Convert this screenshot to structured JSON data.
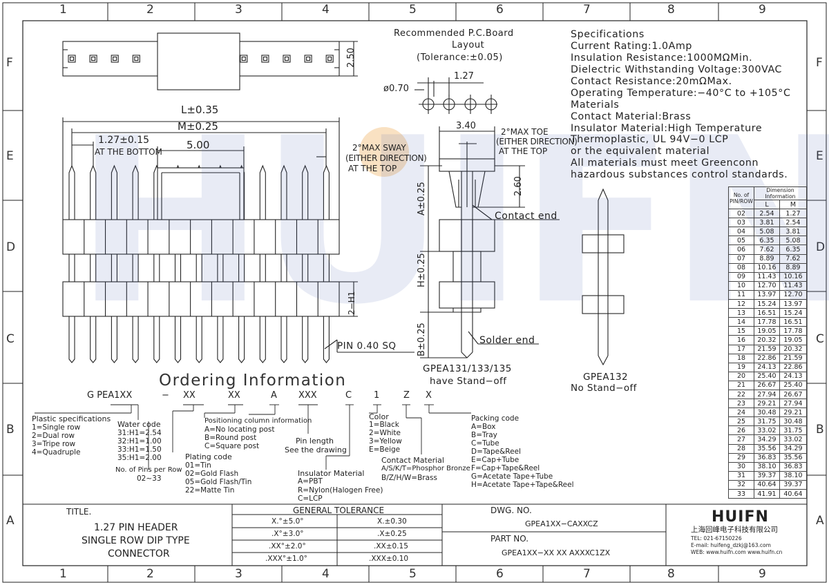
{
  "grid": {
    "cols": [
      "1",
      "2",
      "3",
      "4",
      "5",
      "6",
      "7",
      "8",
      "9"
    ],
    "rows": [
      "F",
      "E",
      "D",
      "C",
      "B",
      "A"
    ]
  },
  "watermark": "HUIFN",
  "pcb": {
    "title1": "Recommended P.C.Board",
    "title2": "Layout",
    "tolerance": "(Tolerance:±0.05)",
    "hole": "ø0.70",
    "pitch": "1.27"
  },
  "specs": [
    "Specifications",
    "Current Rating:1.0Amp",
    "Insulation Resistance:1000MΩMin.",
    "Dielectric Withstanding Voltage:300VAC",
    "Contact Resistance:20mΩMax.",
    "Operating Temperature:−40°C to +105°C",
    "Materials",
    "Contact Material:Brass",
    "Insulator Material:High Temperature",
    "Thermoplastic, UL 94V−0 LCP",
    "or the equivalent material",
    "All materials must meet Greenconn",
    "hazardous substances control standards."
  ],
  "dims": {
    "top_height": "2.50",
    "L": "L±0.35",
    "M": "M±0.25",
    "bottom": "1.27±0.15",
    "bottom_note": "AT THE BOTTOM",
    "body": "5.00",
    "sway1": "2°MAX SWAY",
    "sway2": "(EITHER DIRECTION)",
    "sway3": "AT THE TOP",
    "h1": "2−H1",
    "pin": "PIN 0.40 SQ",
    "side_w": "3.40",
    "toe1": "2°MAX TOE",
    "toe2": "(EITHER DIRECTION)",
    "toe3": "AT THE TOP",
    "side_h": "2.60",
    "A": "A±0.25",
    "H": "H±0.25",
    "B": "B±0.25",
    "contact_end": "Contact end",
    "solder_end": "Solder end",
    "caption1a": "GPEA131/133/135",
    "caption1b": "have Stand−off",
    "caption2a": "GPEA132",
    "caption2b": "No Stand−off"
  },
  "ordering": {
    "title": "Ordering Information",
    "code": [
      "G PEA1XX",
      "−",
      "XX",
      "XX",
      "A",
      "XXX",
      "C",
      "1",
      "Z",
      "X"
    ],
    "plastic": [
      "Plastic specifications",
      "1=Single row",
      "2=Dual row",
      "3=Tripe row",
      "4=Quadruple"
    ],
    "water": [
      "Water code",
      "31:H1=2.54",
      "32:H1=1.00",
      "33:H1=1.50",
      "35:H1=2.00"
    ],
    "pins": [
      "No. of Pins per Row",
      "02~33"
    ],
    "plating": [
      "Plating code",
      "01=Tin",
      "02=Gold Flash",
      "05=Gold Flash/Tin",
      "22=Matte Tin"
    ],
    "position": [
      "Positioning column information",
      "A=No locating post",
      "B=Round post",
      "C=Square post"
    ],
    "pinlen": [
      "Pin length",
      "See the drawing"
    ],
    "insulator": [
      "Insulator Material",
      "A=PBT",
      "R=Nylon(Halogen Free)",
      "C=LCP"
    ],
    "color": [
      "Color",
      "1=Black",
      "2=White",
      "3=Yellow",
      "E=Beige"
    ],
    "contact": [
      "Contact Material",
      "A/S/K/T=Phosphor Bronze",
      "B/Z/H/W=Brass"
    ],
    "packing": [
      "Packing code",
      "A=Box",
      "B=Tray",
      "C=Tube",
      "D=Tape&Reel",
      "E=Cap+Tube",
      "F=Cap+Tape&Reel",
      "G=Acetate Tape+Tube",
      "H=Acetate Tape+Tape&Reel"
    ]
  },
  "table": {
    "head1": "No. of PIN/ROW",
    "head2": "Dimension Information",
    "colL": "L",
    "colM": "M",
    "rows": [
      [
        "02",
        "2.54",
        "1.27"
      ],
      [
        "03",
        "3.81",
        "2.54"
      ],
      [
        "04",
        "5.08",
        "3.81"
      ],
      [
        "05",
        "6.35",
        "5.08"
      ],
      [
        "06",
        "7.62",
        "6.35"
      ],
      [
        "07",
        "8.89",
        "7.62"
      ],
      [
        "08",
        "10.16",
        "8.89"
      ],
      [
        "09",
        "11.43",
        "10.16"
      ],
      [
        "10",
        "12.70",
        "11.43"
      ],
      [
        "11",
        "13.97",
        "12.70"
      ],
      [
        "12",
        "15.24",
        "13.97"
      ],
      [
        "13",
        "16.51",
        "15.24"
      ],
      [
        "14",
        "17.78",
        "16.51"
      ],
      [
        "15",
        "19.05",
        "17.78"
      ],
      [
        "16",
        "20.32",
        "19.05"
      ],
      [
        "17",
        "21.59",
        "20.32"
      ],
      [
        "18",
        "22.86",
        "21.59"
      ],
      [
        "19",
        "24.13",
        "22.86"
      ],
      [
        "20",
        "25.40",
        "24.13"
      ],
      [
        "21",
        "26.67",
        "25.40"
      ],
      [
        "22",
        "27.94",
        "26.67"
      ],
      [
        "23",
        "29.21",
        "27.94"
      ],
      [
        "24",
        "30.48",
        "29.21"
      ],
      [
        "25",
        "31.75",
        "30.48"
      ],
      [
        "26",
        "33.02",
        "31.75"
      ],
      [
        "27",
        "34.29",
        "33.02"
      ],
      [
        "28",
        "35.56",
        "34.29"
      ],
      [
        "29",
        "36.83",
        "35.56"
      ],
      [
        "30",
        "38.10",
        "36.83"
      ],
      [
        "31",
        "39.37",
        "38.10"
      ],
      [
        "32",
        "40.64",
        "39.37"
      ],
      [
        "33",
        "41.91",
        "40.64"
      ]
    ]
  },
  "titleblock": {
    "title_label": "TITLE.",
    "title": [
      "1.27 PIN HEADER",
      "SINGLE ROW DIP TYPE",
      "CONNECTOR"
    ],
    "tol_head": "GENERAL TOLERANCE",
    "tol": [
      [
        "X.°±5.0°",
        "X.±0.30"
      ],
      [
        ".X°±3.0°",
        ".X±0.25"
      ],
      [
        ".XX°±2.0°",
        ".XX±0.15"
      ],
      [
        ".XXX°±1.0°",
        ".XXX±0.10"
      ]
    ],
    "dwg_label": "DWG. NO.",
    "dwg": "GPEA1XX−CAXXCZ",
    "part_label": "PART NO.",
    "part": "GPEA1XX−XX XX AXXXC1ZX",
    "logo": "HUIFN",
    "company": "上海回峰电子科技有限公司",
    "tel": "TEL: 021-67150226",
    "email": "E-mail: huifeng_dzkj@163.com",
    "web": "WEB: www.huifn.com  www.huifn.cn"
  },
  "colors": {
    "line": "#222222",
    "watermark": "#3a55a8",
    "accent": "#f4c890"
  }
}
